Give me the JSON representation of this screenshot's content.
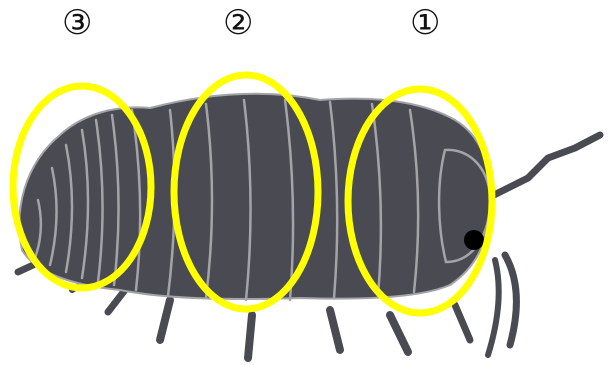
{
  "labels": {
    "one": "①",
    "two": "②",
    "three": "③"
  },
  "colors": {
    "body_fill": "#4A4A52",
    "body_stroke": "#A3A3A8",
    "highlight": "#FFFF00",
    "eye": "#000000"
  },
  "icons": [
    "pill-bug-illustration",
    "antenna",
    "legs",
    "eye"
  ]
}
